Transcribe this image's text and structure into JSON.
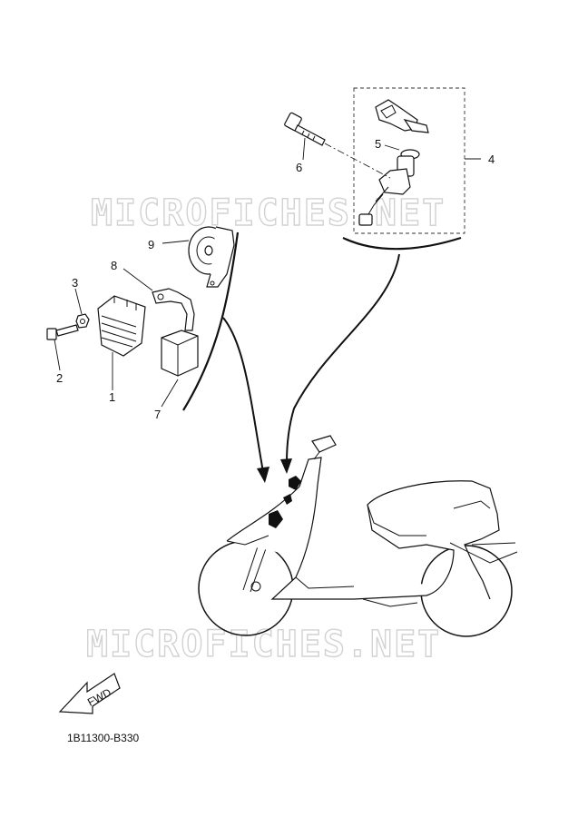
{
  "watermark": "MICROFICHES.NET",
  "diagram_code": "1B11300-B330",
  "direction_label": "FWD",
  "callouts": [
    "1",
    "2",
    "3",
    "4",
    "5",
    "6",
    "7",
    "8",
    "9"
  ]
}
